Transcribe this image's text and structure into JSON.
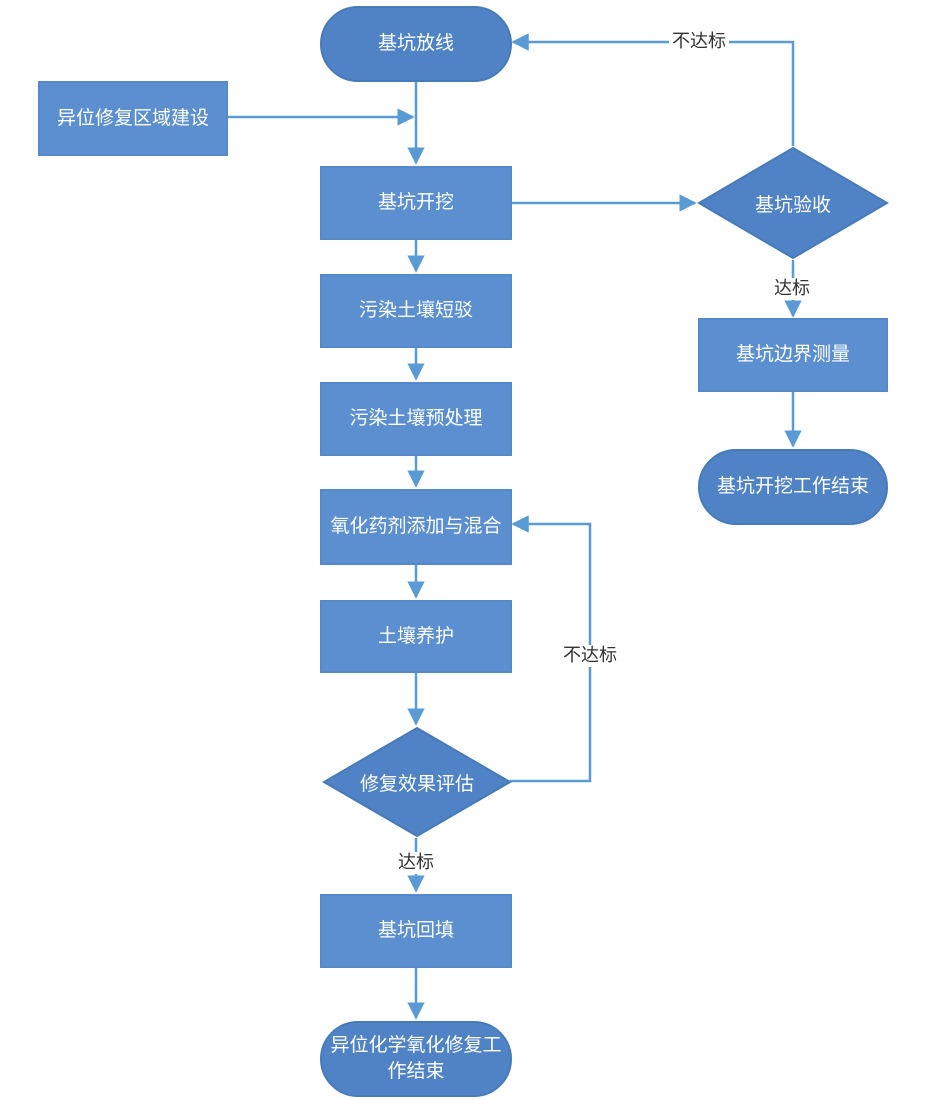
{
  "colors": {
    "node_fill": "#5b8fd0",
    "terminal_fill": "#4f83c6",
    "connector": "#5b9bd5",
    "label_text": "#333333"
  },
  "nodes": {
    "start": "基坑放线",
    "offsite_zone": "异位修复区域建设",
    "excavation": "基坑开挖",
    "crushing": "污染土壤短驳",
    "pretreatment": "污染土壤预处理",
    "oxidant_mixing": "氧化药剂添加与混合",
    "curing": "土壤养护",
    "effect_evaluation": "修复效果评估",
    "backfill": "基坑回填",
    "remediation_end": "异位化学氧化修复工作结束",
    "pit_acceptance": "基坑验收",
    "boundary_survey": "基坑边界测量",
    "excavation_end": "基坑开挖工作结束"
  },
  "edge_labels": {
    "acceptance_fail": "不达标",
    "acceptance_pass": "达标",
    "evaluation_fail": "不达标",
    "evaluation_pass": "达标"
  }
}
